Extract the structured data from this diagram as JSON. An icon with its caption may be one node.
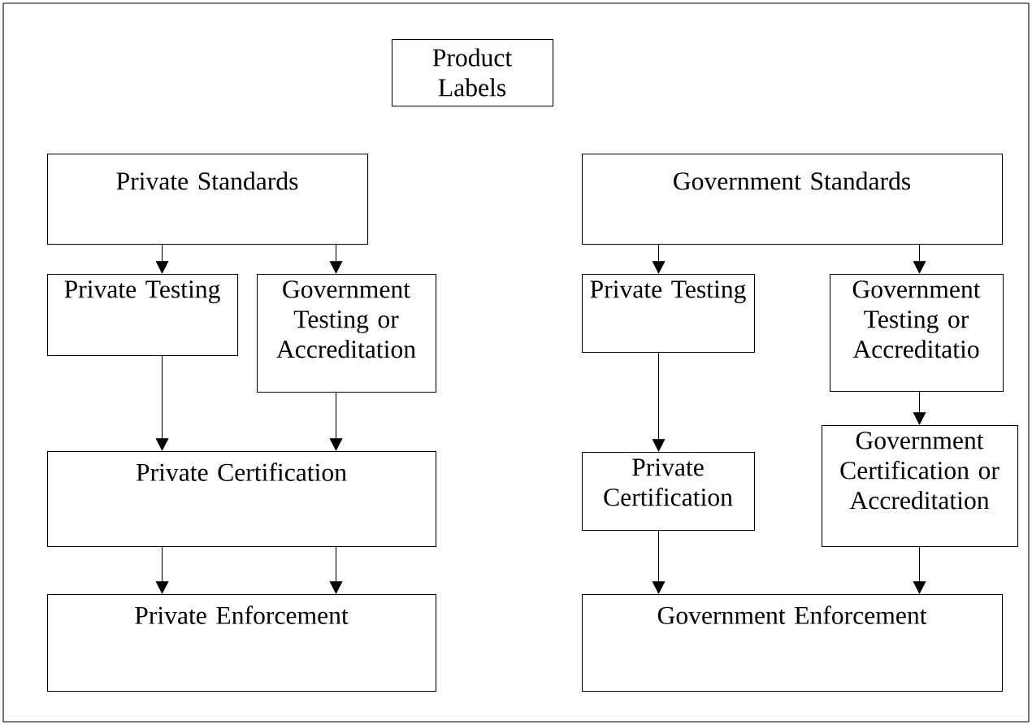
{
  "diagram": {
    "nodes": [
      {
        "text": [
          "Product Labels"
        ]
      },
      {
        "text": [
          "Private Standards"
        ]
      },
      {
        "text": [
          "Private Testing"
        ]
      },
      {
        "text": [
          "Government Testing or Accreditation"
        ]
      },
      {
        "text": [
          "Private Certification"
        ]
      },
      {
        "text": [
          "Private Enforcement"
        ]
      },
      {
        "text": [
          "Government Standards"
        ]
      },
      {
        "text": [
          "Private Testing"
        ]
      },
      {
        "text": [
          "Government Testing or Accreditatio"
        ]
      },
      {
        "text": [
          "Private Certification"
        ]
      },
      {
        "text": [
          "Government Certification or Accreditation"
        ]
      },
      {
        "text": [
          "Government Enforcement"
        ]
      }
    ],
    "edges": [
      {
        "from": 1,
        "to": 2,
        "arrow": "to"
      },
      {
        "from": 1,
        "to": 3,
        "arrow": "to"
      },
      {
        "from": 2,
        "to": 4,
        "arrow": "to"
      },
      {
        "from": 3,
        "to": 4,
        "arrow": "to"
      },
      {
        "from": 4,
        "to": 5,
        "arrow": "to"
      },
      {
        "from": 4,
        "to": 5,
        "arrow": "to"
      },
      {
        "from": 6,
        "to": 7,
        "arrow": "to"
      },
      {
        "from": 6,
        "to": 8,
        "arrow": "to"
      },
      {
        "from": 7,
        "to": 9,
        "arrow": "to"
      },
      {
        "from": 8,
        "to": 10,
        "arrow": "to"
      },
      {
        "from": 9,
        "to": 11,
        "arrow": "to"
      },
      {
        "from": 10,
        "to": 11,
        "arrow": "to"
      }
    ]
  }
}
